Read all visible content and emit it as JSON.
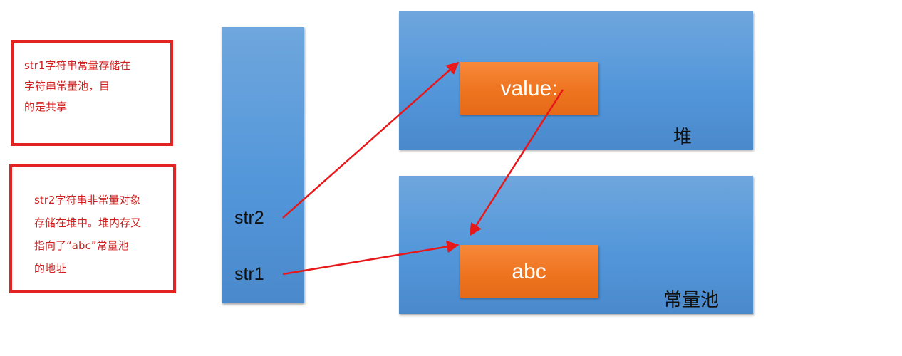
{
  "notes": {
    "note1": {
      "lines": [
        "str1字符串常量存储在",
        "字符串常量池，目",
        "的是共享"
      ]
    },
    "note2": {
      "lines": [
        "str2字符串非常量对象",
        "存储在堆中。堆内存又",
        "指向了“abc”常量池",
        "的地址"
      ]
    }
  },
  "stack": {
    "str2": "str2",
    "str1": "str1"
  },
  "heap": {
    "label": "堆",
    "value_box": "value:"
  },
  "pool": {
    "label": "常量池",
    "abc_box": "abc"
  },
  "colors": {
    "note_border": "#e32222",
    "note_text": "#d21e1e",
    "blue_box": "#5397da",
    "orange_box": "#ee7420",
    "arrow": "#e8171a"
  }
}
